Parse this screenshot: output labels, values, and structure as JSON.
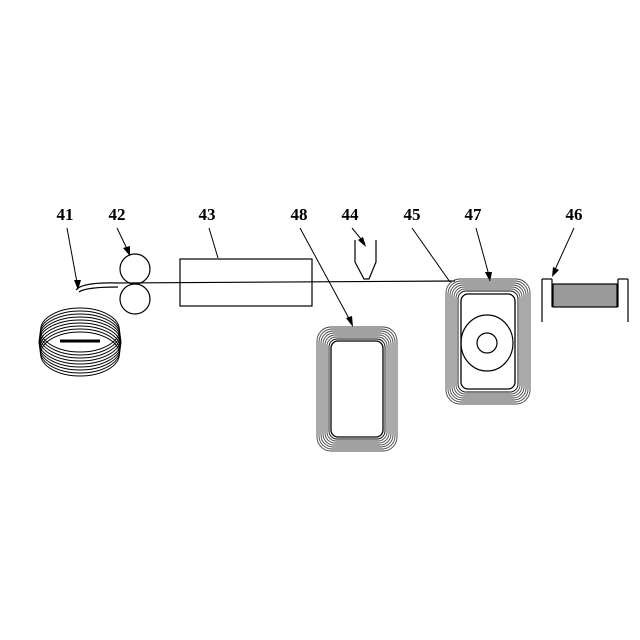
{
  "figure": {
    "labels": {
      "l41": "41",
      "l42": "42",
      "l43": "43",
      "l48": "48",
      "l44": "44",
      "l45": "45",
      "l47": "47",
      "l46": "46"
    },
    "colors": {
      "ink": "#000000",
      "fill_gray": "#9a9a9a",
      "background": "#ffffff"
    }
  }
}
